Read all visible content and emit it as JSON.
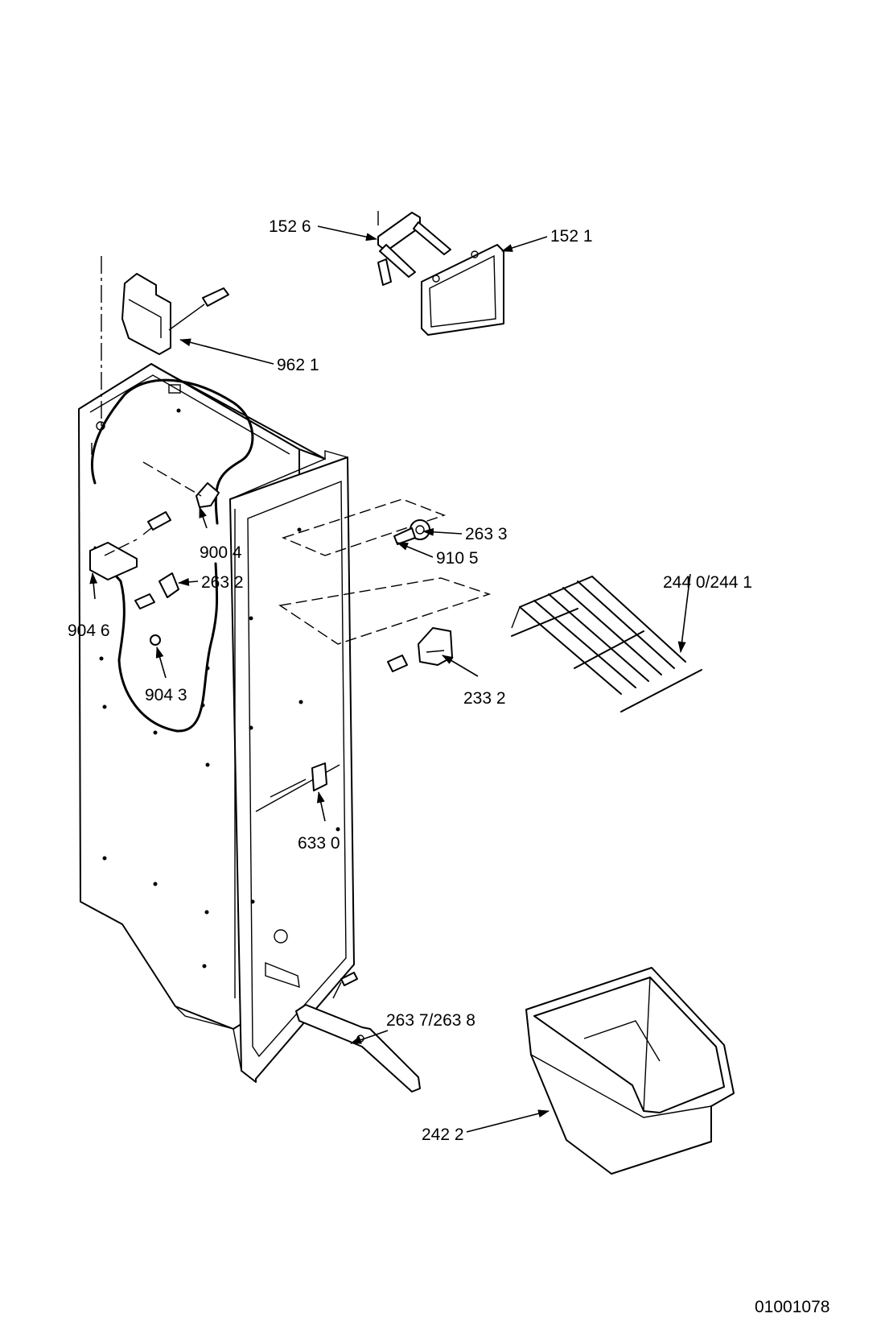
{
  "diagram": {
    "drawing_number": "01001078",
    "callouts": [
      {
        "id": "c1526",
        "label": "152 6"
      },
      {
        "id": "c1521",
        "label": "152 1"
      },
      {
        "id": "c9621",
        "label": "962 1"
      },
      {
        "id": "c2633",
        "label": "263 3"
      },
      {
        "id": "c9105",
        "label": "910 5"
      },
      {
        "id": "c9004",
        "label": "900 4"
      },
      {
        "id": "c2632",
        "label": "263 2"
      },
      {
        "id": "c9046",
        "label": "904 6"
      },
      {
        "id": "c2440",
        "label": "244 0/244 1"
      },
      {
        "id": "c9043",
        "label": "904 3"
      },
      {
        "id": "c2332",
        "label": "233 2"
      },
      {
        "id": "c6330",
        "label": "633 0"
      },
      {
        "id": "c2637",
        "label": "263 7/263 8"
      },
      {
        "id": "c2422",
        "label": "242 2"
      }
    ]
  }
}
